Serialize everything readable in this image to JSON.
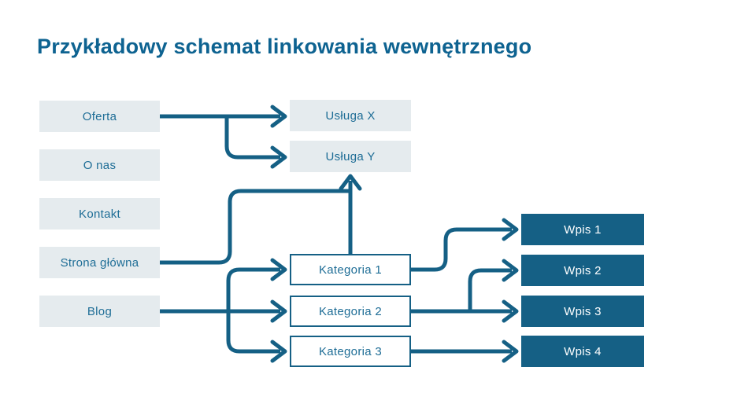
{
  "title": "Przykładowy schemat linkowania wewnętrznego",
  "colors": {
    "title_text": "#0e6391",
    "accent_dark": "#156085",
    "light_box_bg": "#e5ebee",
    "light_box_text": "#1e6d96",
    "dark_box_text": "#ffffff",
    "background": "#ffffff"
  },
  "diagram": {
    "menu_nodes": [
      {
        "label": "Oferta"
      },
      {
        "label": "O nas"
      },
      {
        "label": "Kontakt"
      },
      {
        "label": "Strona główna"
      },
      {
        "label": "Blog"
      }
    ],
    "service_nodes": [
      {
        "label": "Usługa X"
      },
      {
        "label": "Usługa Y"
      }
    ],
    "category_nodes": [
      {
        "label": "Kategoria 1"
      },
      {
        "label": "Kategoria 2"
      },
      {
        "label": "Kategoria 3"
      }
    ],
    "post_nodes": [
      {
        "label": "Wpis 1"
      },
      {
        "label": "Wpis 2"
      },
      {
        "label": "Wpis 3"
      },
      {
        "label": "Wpis 4"
      }
    ],
    "edges": [
      {
        "from": "Oferta",
        "to": "Usługa X"
      },
      {
        "from": "Oferta",
        "to": "Usługa Y"
      },
      {
        "from": "Strona główna",
        "to": "Usługa Y"
      },
      {
        "from": "Kategoria 1",
        "to": "Usługa Y"
      },
      {
        "from": "Blog",
        "to": "Kategoria 1"
      },
      {
        "from": "Blog",
        "to": "Kategoria 2"
      },
      {
        "from": "Blog",
        "to": "Kategoria 3"
      },
      {
        "from": "Kategoria 1",
        "to": "Wpis 1"
      },
      {
        "from": "Kategoria 2",
        "to": "Wpis 2"
      },
      {
        "from": "Kategoria 2",
        "to": "Wpis 3"
      },
      {
        "from": "Kategoria 3",
        "to": "Wpis 4"
      }
    ]
  }
}
